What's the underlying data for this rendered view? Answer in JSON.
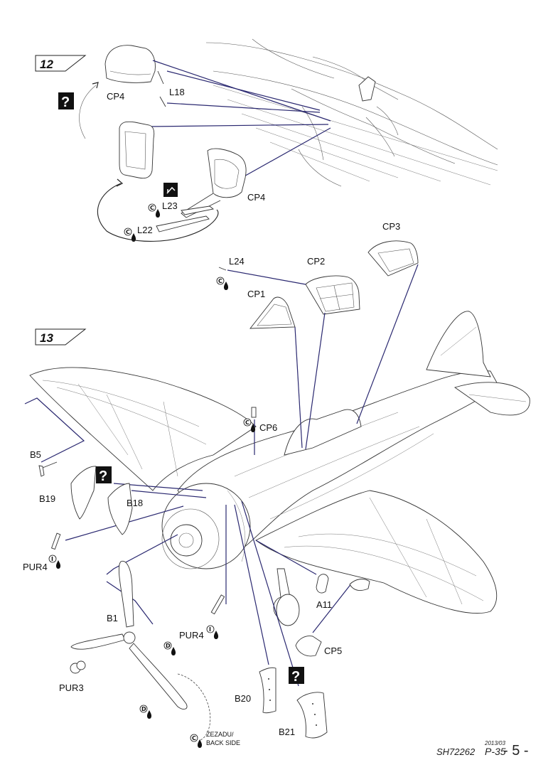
{
  "steps": {
    "s12": "12",
    "s13": "13"
  },
  "parts": {
    "cp4_top": "CP4",
    "l18": "L18",
    "cp4_right": "CP4",
    "l23": "L23",
    "l22": "L22",
    "l24": "L24",
    "cp1": "CP1",
    "cp2": "CP2",
    "cp3": "CP3",
    "cp6": "CP6",
    "b5": "B5",
    "b19": "B19",
    "b18": "B18",
    "pur4_left": "PUR4",
    "b1": "B1",
    "pur4_center": "PUR4",
    "pur3": "PUR3",
    "a11": "A11",
    "cp5": "CP5",
    "b20": "B20",
    "b21": "B21"
  },
  "notes": {
    "back_side_1": "ZEZADU/",
    "back_side_2": "BACK SIDE"
  },
  "icons": {
    "question": "?",
    "glue_c": "C",
    "glue_i": "I",
    "glue_d": "D",
    "bend_icon": "bend-part-icon"
  },
  "footer": {
    "code": "SH72262",
    "date": "2013/03",
    "model": "P-35",
    "page": "- 5 -"
  },
  "colors": {
    "leader": "#2a2870",
    "outline": "#333333"
  }
}
